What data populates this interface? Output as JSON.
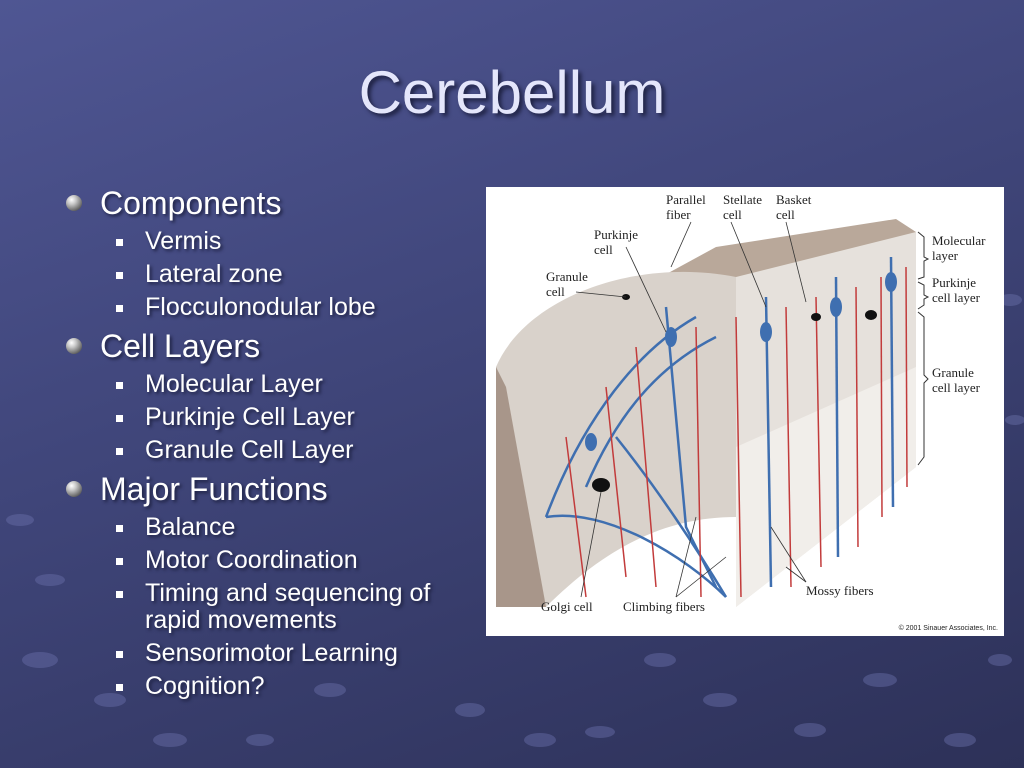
{
  "slide": {
    "title": "Cerebellum",
    "sections": [
      {
        "heading": "Components",
        "items": [
          "Vermis",
          "Lateral zone",
          "Flocculonodular lobe"
        ]
      },
      {
        "heading": "Cell Layers",
        "items": [
          "Molecular Layer",
          "Purkinje  Cell Layer",
          "Granule Cell Layer"
        ]
      },
      {
        "heading": "Major Functions",
        "items": [
          "Balance",
          "Motor Coordination",
          "Timing and sequencing of rapid  movements",
          "Sensorimotor Learning",
          "Cognition?"
        ]
      }
    ]
  },
  "figure": {
    "labels": {
      "parallel_fiber": "Parallel\nfiber",
      "stellate_cell": "Stellate\ncell",
      "basket_cell": "Basket\ncell",
      "purkinje_cell": "Purkinje\ncell",
      "granule_cell": "Granule\ncell",
      "molecular_layer": "Molecular\nlayer",
      "purkinje_cell_layer": "Purkinje\ncell layer",
      "granule_cell_layer": "Granule\ncell layer",
      "golgi_cell": "Golgi cell",
      "climbing_fibers": "Climbing fibers",
      "mossy_fibers": "Mossy fibers",
      "copyright": "© 2001 Sinauer Associates, Inc."
    },
    "colors": {
      "nerve_red": "#c23b3b",
      "nerve_blue": "#3f6fb0",
      "tissue": "#d9d2cb"
    }
  }
}
